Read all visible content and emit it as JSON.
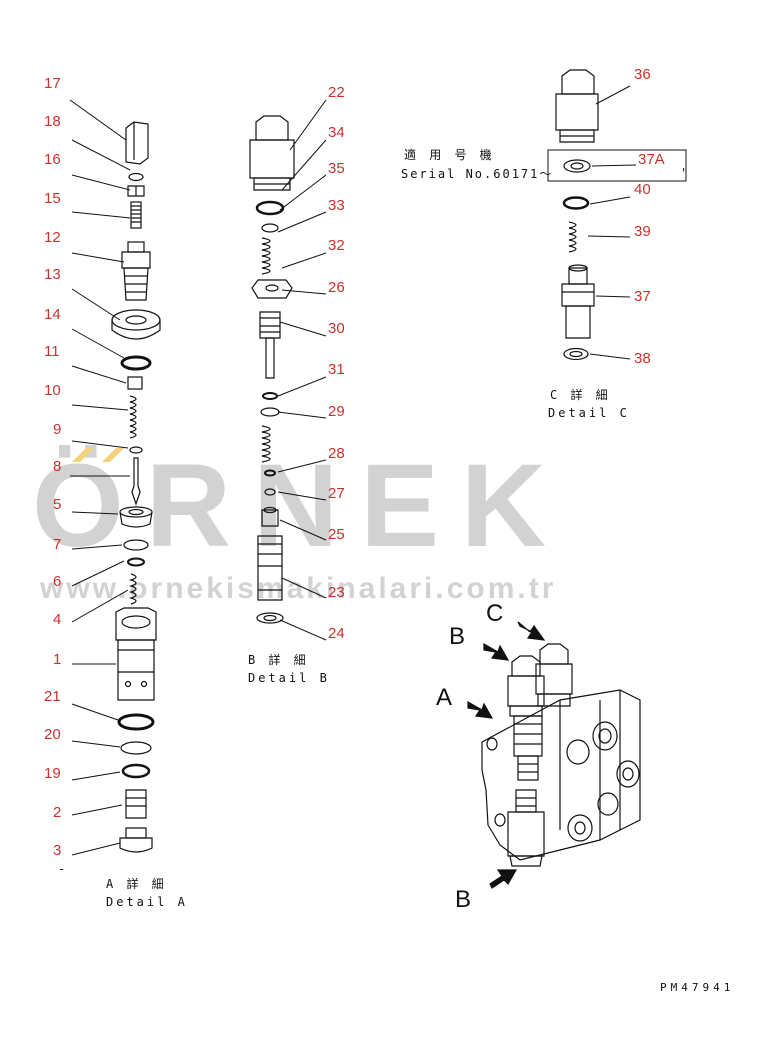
{
  "watermark": {
    "brand": "ÖRNEK",
    "url": "www.ornekismakinalari.com.tr"
  },
  "detail_a": {
    "labels": [
      "17",
      "18",
      "16",
      "15",
      "12",
      "13",
      "14",
      "11",
      "10",
      "9",
      "8",
      "5",
      "7",
      "6",
      "4",
      "1",
      "21",
      "20",
      "19",
      "2",
      "3"
    ],
    "caption_jp": "A 詳 細",
    "caption_en": "Detail A",
    "dash": "-"
  },
  "detail_b": {
    "labels": [
      "22",
      "34",
      "35",
      "33",
      "32",
      "26",
      "30",
      "31",
      "29",
      "28",
      "27",
      "25",
      "23",
      "24"
    ],
    "caption_jp": "B 詳 細",
    "caption_en": "Detail B"
  },
  "detail_c": {
    "labels": [
      "36",
      "37A",
      "40",
      "39",
      "37",
      "38"
    ],
    "serial_jp": "適 用 号 機",
    "serial_en": "Serial No.60171～",
    "mark": "'",
    "caption_jp": "C 詳 細",
    "caption_en": "Detail C"
  },
  "assembly": {
    "arrow_labels": [
      "C",
      "B",
      "A",
      "B"
    ]
  },
  "drawing_code": "PM47941",
  "colors": {
    "label": "#c8322c",
    "line": "#111111",
    "watermark": "#d2d2d2",
    "watermark_accent": "#f2d27a"
  }
}
